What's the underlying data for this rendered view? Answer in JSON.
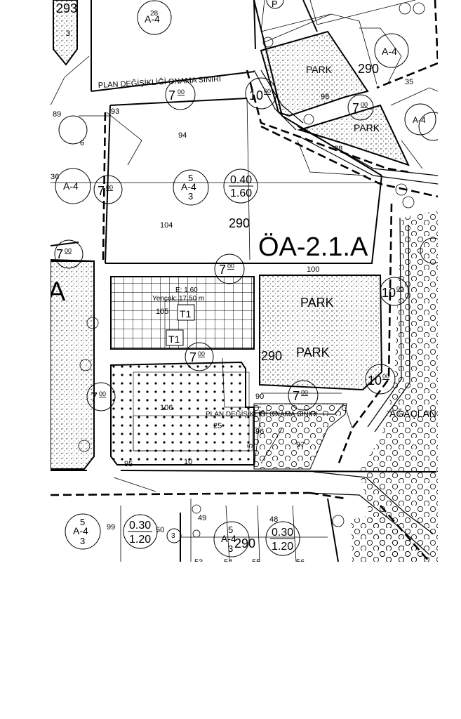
{
  "map": {
    "zone_code": "ÖA-2.1.A",
    "edge_letter": "A",
    "plan_boundary_label_1": "PLAN DEĞİŞİKLİĞİ ONAMA SINIRI",
    "plan_boundary_label_2": "PLAN DEĞİŞİKLİĞİ ONAMA SINIRI",
    "agaclandirma_label": "AĞAÇLAN",
    "height_note_1": "E: 1.60",
    "height_note_2": "Yençok: 17.50 m",
    "t1_label": "T1",
    "p_symbol": "P",
    "parks": [
      "PARK",
      "PARK",
      "PARK",
      "PARK"
    ],
    "parcel_numbers": {
      "p293": "293",
      "p3": "3",
      "p93": "93",
      "p94": "94",
      "p89": "89",
      "p6": "6",
      "p36": "36",
      "p104": "104",
      "p98": "98",
      "p88": "88",
      "p35": "35",
      "p100": "100",
      "p105": "105",
      "p90": "90",
      "p106": "106",
      "p25": "25",
      "p96": "96",
      "p97": "97",
      "p5": "5",
      "p95": "95",
      "p10": "10",
      "p49": "49",
      "p48": "48",
      "p99": "99",
      "p50": "50",
      "p53": "53",
      "p54": "54",
      "p55": "55",
      "p56": "56"
    },
    "block_numbers": {
      "b290_top": "290",
      "b290_mid": "290",
      "b290_park": "290",
      "b290_bottom": "290"
    },
    "road_widths": {
      "r7a": "7",
      "r7b": "7",
      "r7c": "7",
      "r7d": "7",
      "r7e": "7",
      "r7f": "7",
      "r7g": "7",
      "r7h": "7",
      "r10a": "10",
      "r10b": "10",
      "r10c": "10",
      "r3": "3",
      "sup": "00"
    },
    "ratio_symbols": [
      {
        "top": "0.40",
        "bottom": "1.60"
      },
      {
        "top": "0.30",
        "bottom": "1.20"
      },
      {
        "top": "0.30",
        "bottom": "1.20"
      }
    ],
    "zone_symbols": [
      {
        "sup": "5",
        "main": "A-4",
        "sub": "3"
      },
      {
        "sup": "5",
        "main": "A-4",
        "sub": "3"
      },
      {
        "sup": "5",
        "main": "A-4",
        "sub": "3"
      },
      {
        "sup": "28",
        "main": "A-4",
        "sub": ""
      },
      {
        "sup": "",
        "main": "A-4",
        "sub": ""
      },
      {
        "sup": "",
        "main": "A-4",
        "sub": ""
      },
      {
        "sup": "",
        "main": "A-4",
        "sub": ""
      }
    ]
  }
}
